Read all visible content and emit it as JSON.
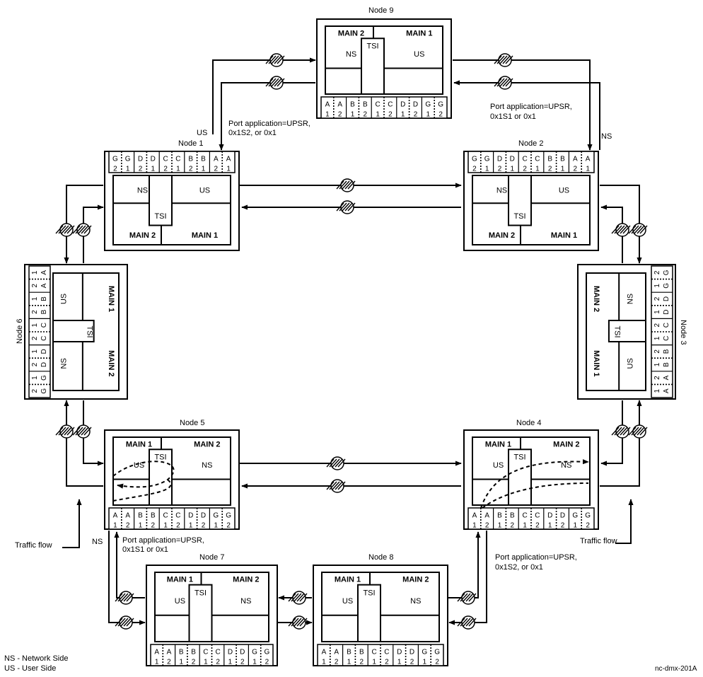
{
  "nodes": {
    "n9": {
      "name": "Node 9",
      "main_a": "MAIN 2",
      "main_b": "MAIN 1",
      "tsi": "TSI",
      "side_a": "NS",
      "side_b": "US"
    },
    "n1": {
      "name": "Node 1",
      "main_a": "MAIN 2",
      "main_b": "MAIN 1",
      "tsi": "TSI",
      "side_a": "NS",
      "side_b": "US"
    },
    "n2": {
      "name": "Node 2",
      "main_a": "MAIN 2",
      "main_b": "MAIN 1",
      "tsi": "TSI",
      "side_a": "NS",
      "side_b": "US"
    },
    "n6": {
      "name": "Node 6",
      "main_a": "MAIN 1",
      "main_b": "MAIN 2",
      "tsi": "TSI",
      "side_a": "US",
      "side_b": "NS"
    },
    "n3": {
      "name": "Node 3",
      "main_a": "MAIN 2",
      "main_b": "MAIN 1",
      "tsi": "TSI",
      "side_a": "NS",
      "side_b": "US"
    },
    "n5": {
      "name": "Node 5",
      "main_a": "MAIN 1",
      "main_b": "MAIN 2",
      "tsi": "TSI",
      "side_a": "US",
      "side_b": "NS"
    },
    "n4": {
      "name": "Node 4",
      "main_a": "MAIN 1",
      "main_b": "MAIN 2",
      "tsi": "TSI",
      "side_a": "US",
      "side_b": "NS"
    },
    "n7": {
      "name": "Node 7",
      "main_a": "MAIN 1",
      "main_b": "MAIN 2",
      "tsi": "TSI",
      "side_a": "US",
      "side_b": "NS"
    },
    "n8": {
      "name": "Node 8",
      "main_a": "MAIN 1",
      "main_b": "MAIN 2",
      "tsi": "TSI",
      "side_a": "US",
      "side_b": "NS"
    }
  },
  "port_rows": {
    "top_order": [
      "G2",
      "G1",
      "D2",
      "D1",
      "C2",
      "C1",
      "B2",
      "B1",
      "A2",
      "A1"
    ],
    "bottom_order": [
      "A1",
      "A2",
      "B1",
      "B2",
      "C1",
      "C2",
      "D1",
      "D2",
      "G1",
      "G2"
    ]
  },
  "annotations": {
    "port_app_1": [
      "Port application=UPSR,",
      "0x1S2, or 0x1"
    ],
    "port_app_2": [
      "Port application=UPSR,",
      "0x1S1 or 0x1"
    ],
    "port_app_5": [
      "Port application=UPSR,",
      "0x1S1 or 0x1"
    ],
    "port_app_4": [
      "Port application=UPSR,",
      "0x1S2, or 0x1"
    ],
    "us_label": "US",
    "ns_label": "NS",
    "traffic_flow": "Traffic flow"
  },
  "legend": {
    "ns": "NS - Network Side",
    "us": "US - User Side"
  },
  "figure_id": "nc-dmx-201A"
}
